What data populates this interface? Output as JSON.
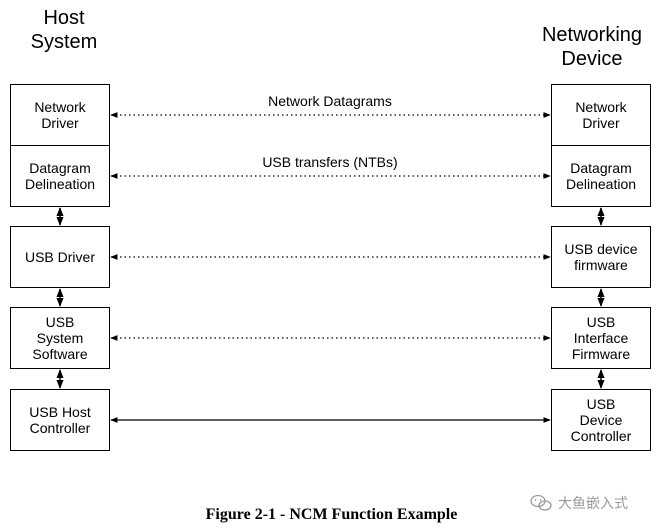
{
  "host": {
    "title": "Host\nSystem"
  },
  "device": {
    "title": "Networking\nDevice"
  },
  "host_boxes": [
    "Network\nDriver",
    "Datagram\nDelineation",
    "USB Driver",
    "USB\nSystem\nSoftware",
    "USB Host\nController"
  ],
  "device_boxes": [
    "Network\nDriver",
    "Datagram\nDelineation",
    "USB device\nfirmware",
    "USB\nInterface\nFirmware",
    "USB\nDevice\nController"
  ],
  "links": [
    {
      "label": "Network Datagrams"
    },
    {
      "label": "USB transfers (NTBs)"
    }
  ],
  "caption": "Figure 2-1 - NCM Function Example",
  "watermark": {
    "text": "大鱼嵌入式",
    "icon": "wechat-icon"
  }
}
